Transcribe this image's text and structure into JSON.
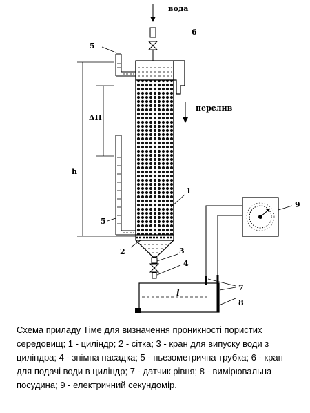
{
  "labels": {
    "water_in": "вода",
    "overflow": "перелив",
    "delta_h": "ΔH",
    "h": "h",
    "l": "l",
    "n1": "1",
    "n2": "2",
    "n3": "3",
    "n4": "4",
    "n5_top": "5",
    "n5_bottom": "5",
    "n6": "6",
    "n7": "7",
    "n8": "8",
    "n9": "9"
  },
  "caption": "Схема приладу Тіме для визначення проникності пористих середовищ; 1 - циліндр; 2 - сітка; 3 - кран для випуску води з циліндра; 4 - знімна насадка; 5 - пьезометрична трубка; 6 - кран для подачі води в циліндр; 7 - датчик рівня; 8 - вимірювальна посудина; 9 - електричний секундомір."
}
